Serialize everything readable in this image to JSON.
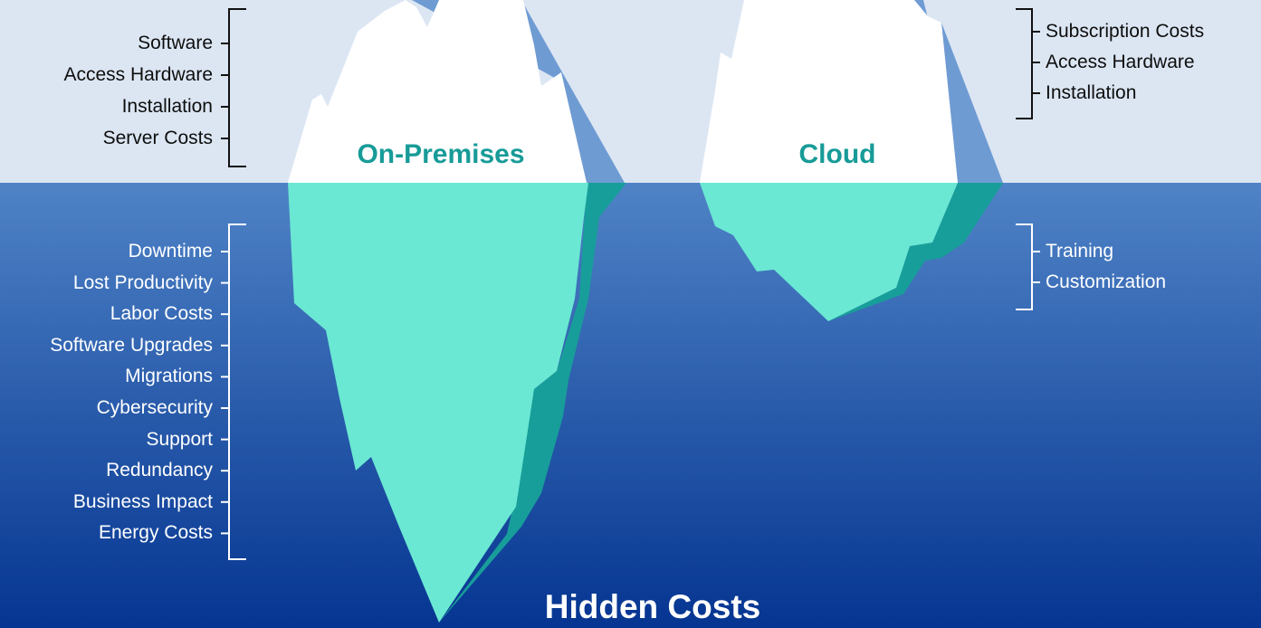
{
  "colors": {
    "sky": "#dce6f3",
    "water_top": "#4f83c6",
    "water_bottom": "#053591",
    "ice_white": "#ffffff",
    "ice_shadow": "#6f9bd3",
    "underwater_light": "#6ae8d3",
    "underwater_dark": "#189e9a",
    "title_teal": "#179b98"
  },
  "icebergs": {
    "on_premises": {
      "title": "On-Premises",
      "visible_costs": [
        "Software",
        "Access Hardware",
        "Installation",
        "Server Costs"
      ],
      "hidden_costs": [
        "Downtime",
        "Lost Productivity",
        "Labor Costs",
        "Software Upgrades",
        "Migrations",
        "Cybersecurity",
        "Support",
        "Redundancy",
        "Business Impact",
        "Energy Costs"
      ]
    },
    "cloud": {
      "title": "Cloud",
      "visible_costs": [
        "Subscription Costs",
        "Access Hardware",
        "Installation"
      ],
      "hidden_costs": [
        "Training",
        "Customization"
      ]
    }
  },
  "footer_title": "Hidden Costs"
}
